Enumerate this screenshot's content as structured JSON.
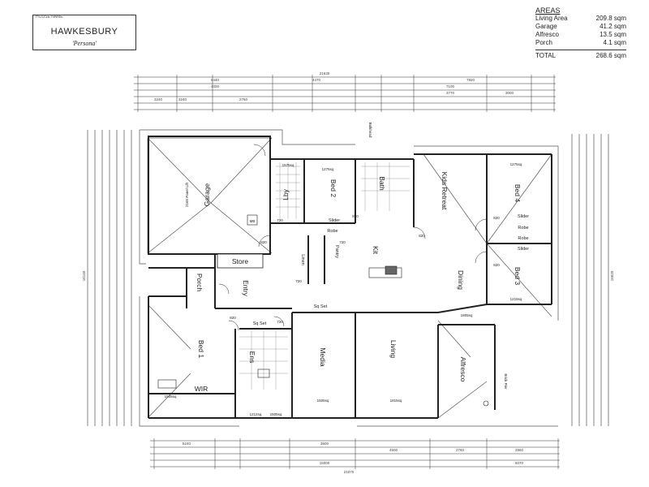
{
  "title_box": {
    "tag": "HOUSE NAME",
    "name": "HAWKESBURY",
    "subtitle": "'Persona'"
  },
  "areas": {
    "heading": "AREAS",
    "rows": [
      {
        "label": "Living Area",
        "value": "209.8 sqm"
      },
      {
        "label": "Garage",
        "value": "41.2 sqm"
      },
      {
        "label": "Alfresco",
        "value": "13.5 sqm"
      },
      {
        "label": "Porch",
        "value": "4.1 sqm"
      }
    ],
    "total_label": "TOTAL",
    "total_value": "268.6 sqm"
  },
  "rooms": {
    "garage": "Garage",
    "garage_note": "2165 Panel Lift",
    "lby": "Lby",
    "bed2": "Bed 2",
    "bath": "Bath",
    "kids_retreat": "Kids Retreat",
    "bed4": "Bed 4",
    "bed3": "Bed 3",
    "store": "Store",
    "porch": "Porch",
    "entry": "Entry",
    "linen": "Linen",
    "pantry": "Pantry",
    "kit": "Kit",
    "dining": "Dining",
    "bed1": "Bed 1",
    "wir": "WIR",
    "ens": "Ens",
    "media": "Media",
    "living": "Living",
    "alfresco": "Alfresco"
  },
  "labels": {
    "robe": "Robe",
    "slider": "Slider",
    "robe_r1": "Robe",
    "robe_r2": "Robe",
    "slider_r1": "Slider",
    "slider_r2": "Slider",
    "sq_set_1": "Sq Set",
    "sq_set_2": "Sq Set",
    "bulkhead": "Bulkhead",
    "brick_pier": "Brick Pier",
    "mb": "MB",
    "ceiling_1": "1275sq",
    "ceiling_2": "1575sq",
    "ceiling_3": "1275sq",
    "ceiling_4": "1215sq",
    "ceiling_5": "1805sq",
    "ceiling_6": "1505sq",
    "ceiling_7": "1815sq",
    "ceiling_8": "1212sq",
    "ceiling_9": "1505sq",
    "ceiling_10": "1505sq",
    "door_820a": "820",
    "door_820b": "820",
    "door_820c": "820",
    "door_820d": "820",
    "door_820e": "820",
    "door_820f": "820",
    "door_720a": "720",
    "door_720b": "720",
    "door_720c": "720",
    "door_720d": "720"
  },
  "dims": {
    "top_overall": "21630",
    "top_a": "6440",
    "top_b": "4470",
    "top_c": "7920",
    "top_d": "3240",
    "top_e": "4000",
    "top_f": "7100",
    "top_g": "3240",
    "top_h": "2760",
    "top_i": "3770",
    "top_j": "3000",
    "bot_overall": "21070",
    "bot_a": "5240",
    "bot_b": "3600",
    "bot_c": "4500",
    "bot_d": "2760",
    "bot_e": "2860",
    "bot_f": "15000",
    "bot_g": "5070",
    "left_overall": "16140",
    "right_overall": "16620"
  }
}
